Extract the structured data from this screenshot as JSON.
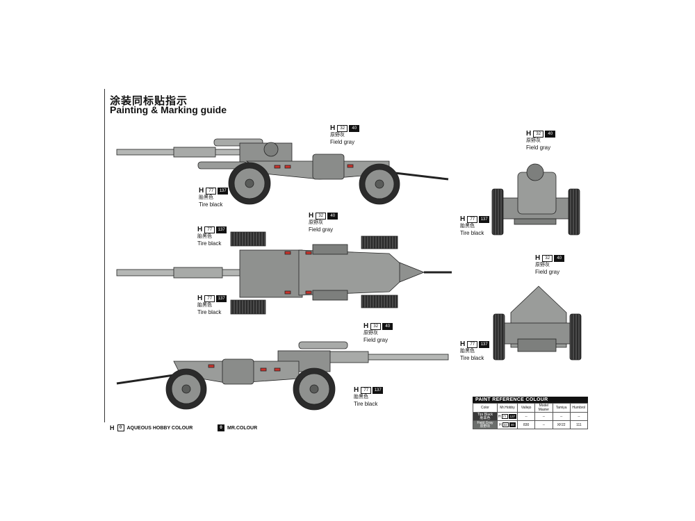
{
  "title_cn": "涂装同标贴指示",
  "title_en": "Painting & Marking guide",
  "callouts": {
    "side_field": {
      "h": "H",
      "num": "32",
      "num2": "40",
      "cn": "原野灰",
      "en": "Field gray"
    },
    "side_tire": {
      "h": "H",
      "num": "77",
      "num2": "137",
      "cn": "胎黑色",
      "en": "Tire black"
    },
    "top_field": {
      "h": "H",
      "num": "32",
      "num2": "40",
      "cn": "原野灰",
      "en": "Field gray"
    },
    "top_tire1": {
      "h": "H",
      "num": "77",
      "num2": "137",
      "cn": "胎黑色",
      "en": "Tire black"
    },
    "top_tire2": {
      "h": "H",
      "num": "77",
      "num2": "137",
      "cn": "胎黑色",
      "en": "Tire black"
    },
    "side2_field": {
      "h": "H",
      "num": "32",
      "num2": "40",
      "cn": "原野灰",
      "en": "Field gray"
    },
    "side2_tire": {
      "h": "H",
      "num": "77",
      "num2": "137",
      "cn": "胎黑色",
      "en": "Tire black"
    },
    "front_field": {
      "h": "H",
      "num": "32",
      "num2": "40",
      "cn": "原野灰",
      "en": "Field gray"
    },
    "front_tire": {
      "h": "H",
      "num": "77",
      "num2": "137",
      "cn": "胎黑色",
      "en": "Tire black"
    },
    "rear_field": {
      "h": "H",
      "num": "32",
      "num2": "40",
      "cn": "原野灰",
      "en": "Field gray"
    },
    "rear_tire": {
      "h": "H",
      "num": "77",
      "num2": "137",
      "cn": "胎黑色",
      "en": "Tire black"
    }
  },
  "legend": {
    "aqueous_symbol": "H",
    "aqueous_box": "0",
    "aqueous_label": "AQUEOUS HOBBY COLOUR",
    "mr_box": "0",
    "mr_label": "MR.COLOUR"
  },
  "paint_ref": {
    "title": "PAINT REFERENCE COLOUR",
    "headers": [
      "Color",
      "Mr.Hobby",
      "Vallejo",
      "Model Master",
      "Tamiya",
      "Humbrol"
    ],
    "rows": [
      {
        "color_en": "Tire Black",
        "color_cn": "胎黑色",
        "swatch": "#3a3a3a",
        "h": "H",
        "mh1": "77",
        "mh2": "137",
        "vallejo": "--",
        "model_master": "--",
        "tamiya": "--",
        "humbrol": "--"
      },
      {
        "color_en": "Field Gray",
        "color_cn": "原野灰",
        "swatch": "#6b6e6c",
        "h": "H",
        "mh1": "32",
        "mh2": "40",
        "vallejo": "830",
        "model_master": "--",
        "tamiya": "XF22",
        "humbrol": "111"
      }
    ]
  },
  "colors": {
    "field_gray": "#9a9c9a",
    "tire_black": "#2b2b2b",
    "red_marking": "#c8342c"
  }
}
